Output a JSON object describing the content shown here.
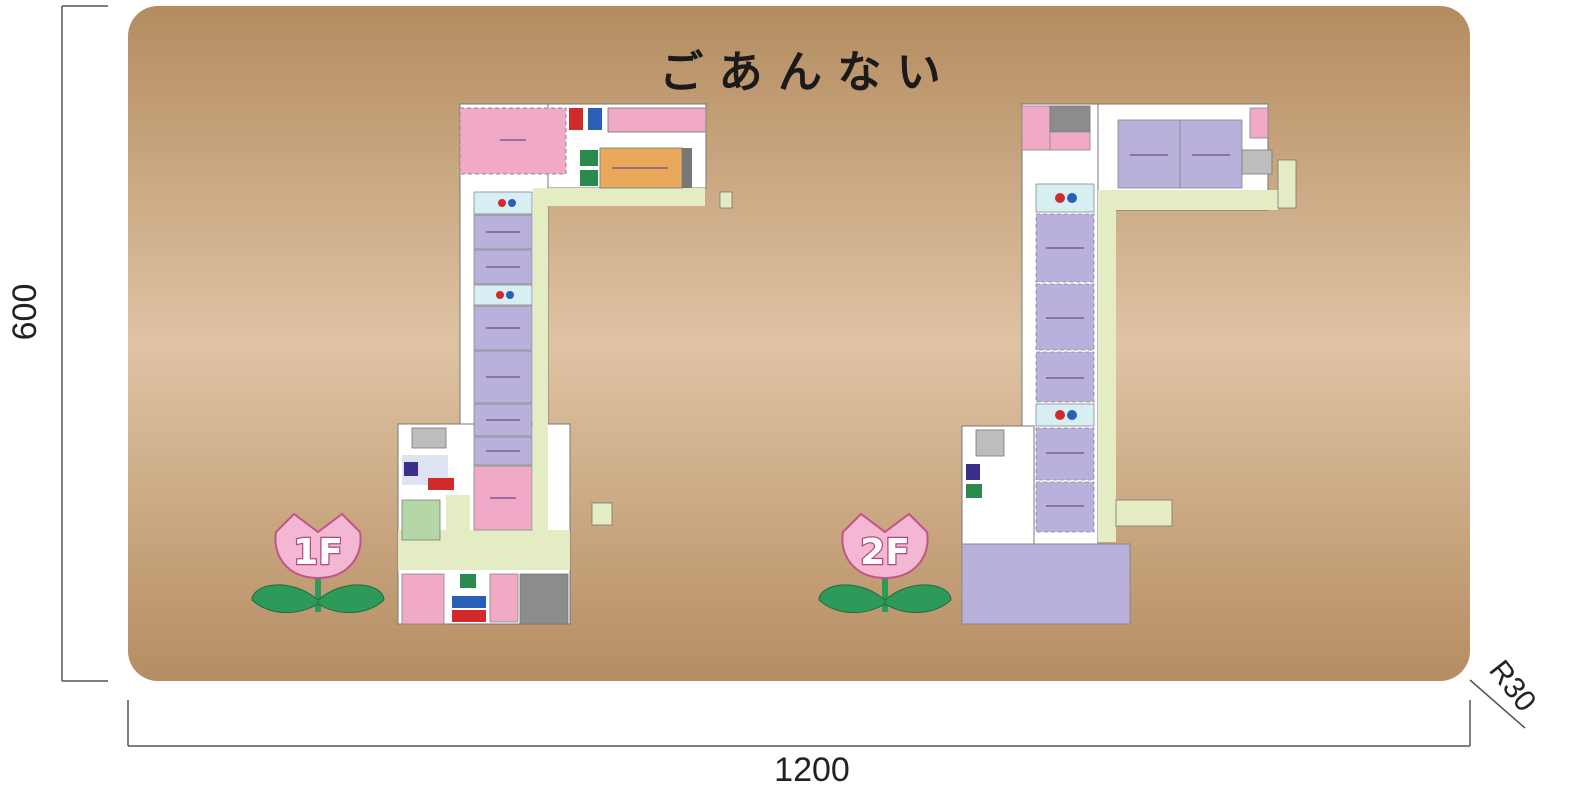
{
  "board": {
    "title": "ご あ ん な い",
    "colors": {
      "board_edge": "#b58e62",
      "board_center": "#ddc0a0",
      "corridor": "#e3ecc3",
      "pink_room": "#f0a9c6",
      "purple_room": "#b9b0dc",
      "orange_room": "#e9a85a",
      "gray_room": "#8c8c8c",
      "tulip_pink": "#f3b6d3",
      "leaf_green": "#2e9a5a"
    }
  },
  "dimensions": {
    "height_label": "600",
    "width_label": "1200",
    "radius_label": "R30"
  },
  "floors": [
    {
      "id": "1f",
      "label": "1F"
    },
    {
      "id": "2f",
      "label": "2F"
    }
  ],
  "icons": {
    "toilet_male": "toilet-male-icon",
    "toilet_female": "toilet-female-icon",
    "accessible": "wheelchair-icon",
    "exit": "emergency-exit-icon",
    "stairs": "stairs-icon"
  }
}
